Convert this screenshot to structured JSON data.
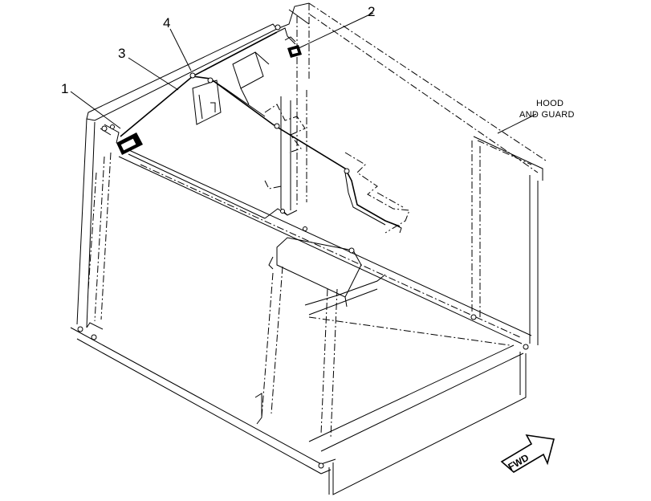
{
  "callouts": [
    {
      "id": "1",
      "label": "1"
    },
    {
      "id": "2",
      "label": "2"
    },
    {
      "id": "3",
      "label": "3"
    },
    {
      "id": "4",
      "label": "4"
    }
  ],
  "annotations": {
    "hood_line1": "HOOD",
    "hood_line2": "AND GUARD"
  },
  "direction_arrow": {
    "label": "FWD"
  }
}
